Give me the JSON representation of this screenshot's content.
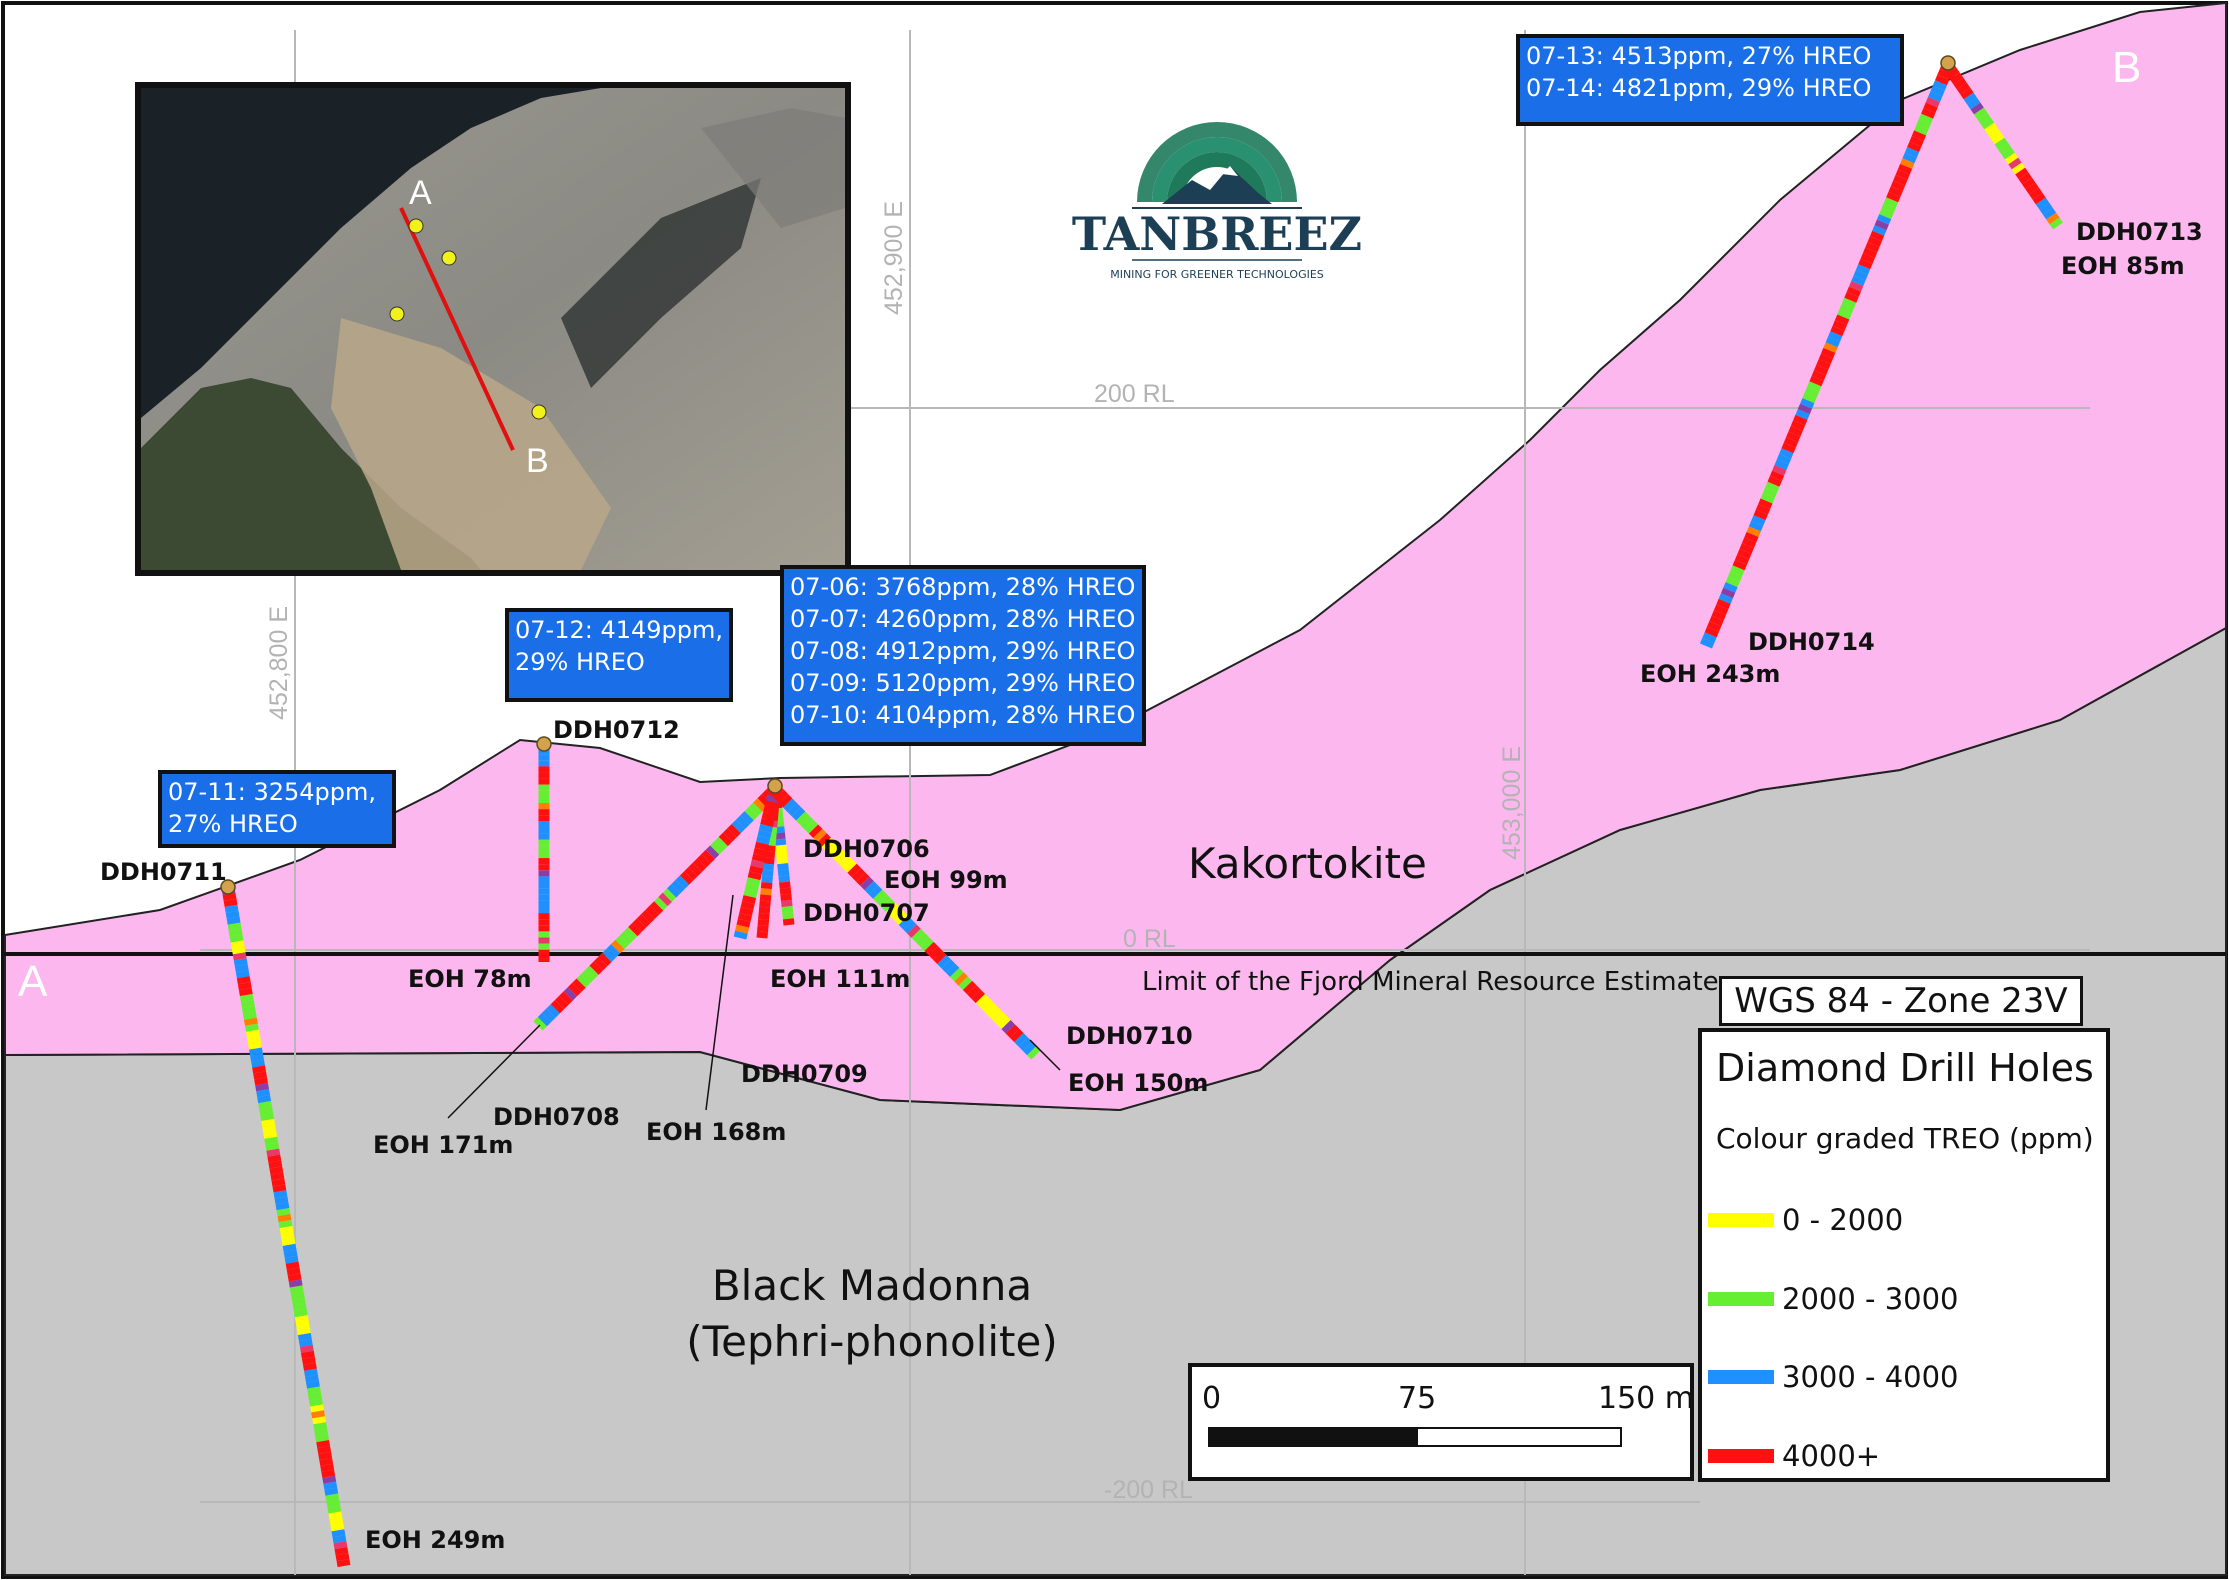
{
  "section_ends": {
    "start": "A",
    "end": "B"
  },
  "grid": {
    "eastings": [
      "452,800 E",
      "452,900 E",
      "453,000 E"
    ],
    "rl_labels": [
      "200 RL",
      "0 RL",
      "-200 RL"
    ]
  },
  "units": {
    "kakortokite": "Kakortokite",
    "black_madonna_line1": "Black Madonna",
    "black_madonna_line2": "(Tephri-phonolite)"
  },
  "resource_limit": "Limit of the Fjord Mineral Resource Estimate",
  "crs": "WGS 84 - Zone 23V",
  "legend": {
    "title": "Diamond Drill Holes",
    "subtitle": "Colour graded TREO (ppm)",
    "classes": [
      {
        "label": "0 - 2000",
        "color": "#ffff00"
      },
      {
        "label": "2000 - 3000",
        "color": "#66ee33"
      },
      {
        "label": "3000 - 4000",
        "color": "#1e90ff"
      },
      {
        "label": "4000+",
        "color": "#ff1111"
      }
    ]
  },
  "scale_bar": {
    "labels": [
      "0",
      "75",
      "150 m"
    ]
  },
  "logo": {
    "name": "TANBREEZ",
    "tagline": "MINING FOR GREENER TECHNOLOGIES"
  },
  "inset_map": {
    "label_a": "A",
    "label_b": "B"
  },
  "drill_holes": [
    {
      "id": "DDH0711",
      "eoh": "EOH 249m"
    },
    {
      "id": "DDH0712",
      "eoh": "EOH 78m"
    },
    {
      "id": "DDH0706",
      "eoh": "EOH 99m"
    },
    {
      "id": "DDH0707",
      "eoh": "EOH 111m"
    },
    {
      "id": "DDH0708",
      "eoh": "EOH 171m"
    },
    {
      "id": "DDH0709",
      "eoh": "EOH 168m"
    },
    {
      "id": "DDH0710",
      "eoh": "EOH 150m"
    },
    {
      "id": "DDH0713",
      "eoh": "EOH 85m"
    },
    {
      "id": "DDH0714",
      "eoh": "EOH 243m"
    }
  ],
  "intercepts": {
    "box_0711": [
      "07-11: 3254ppm,",
      "27% HREO"
    ],
    "box_0712": [
      "07-12: 4149ppm,",
      "29% HREO"
    ],
    "box_0706_0710": [
      "07-06: 3768ppm, 28% HREO",
      "07-07: 4260ppm, 28% HREO",
      "07-08: 4912ppm, 29% HREO",
      "07-09: 5120ppm, 29% HREO",
      "07-10: 4104ppm, 28% HREO"
    ],
    "box_0713_0714": [
      "07-13: 4513ppm, 27% HREO",
      "07-14: 4821ppm, 29% HREO"
    ]
  }
}
